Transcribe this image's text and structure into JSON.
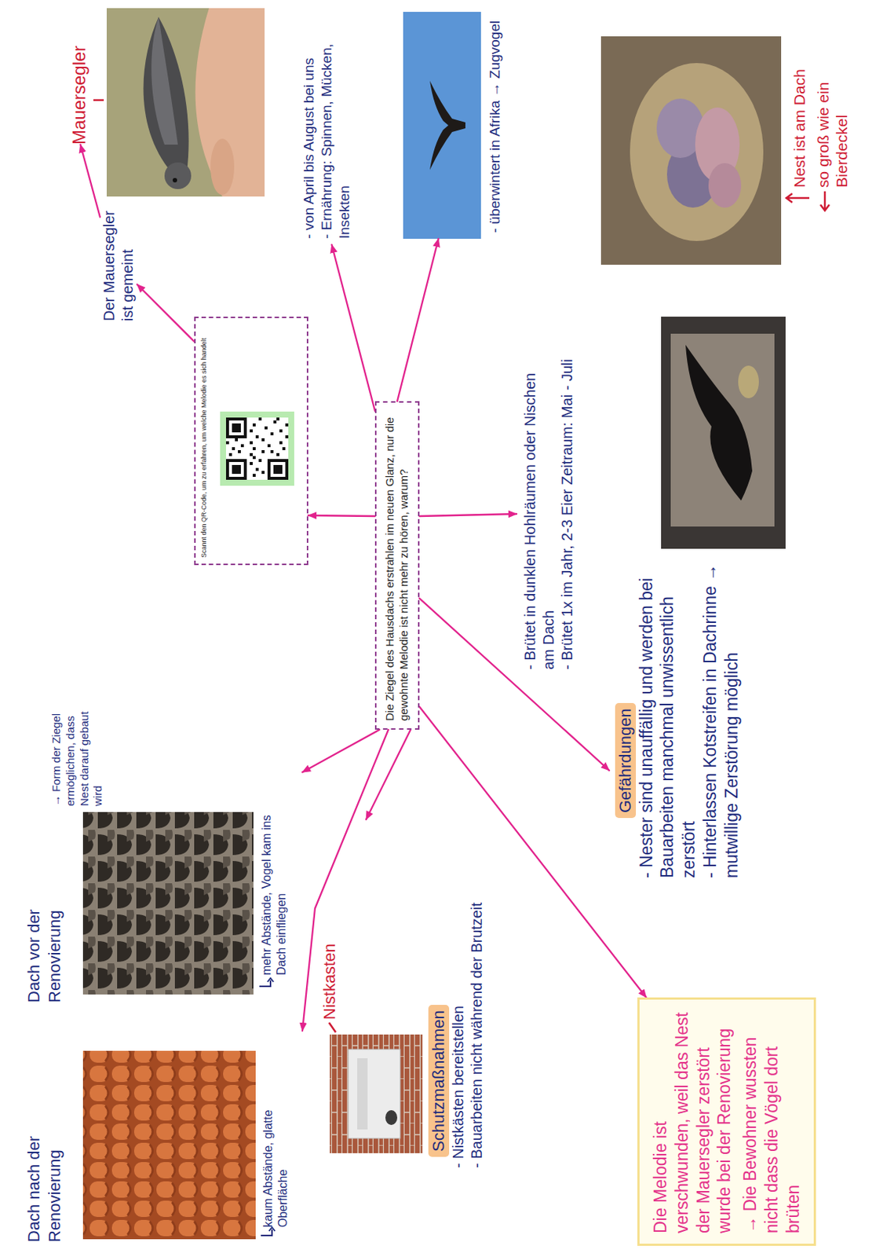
{
  "diagram": {
    "nodes": [
      {
        "text": [
          "Die Ziegel des Hausdachs erstrahlen im neuen Glanz, nur die gewohnte Melodie ist nicht mehr zu hören, warum?"
        ]
      },
      {
        "text": [
          "Scannt den QR-Code, um zu erfahren, um welche Melodie es sich handelt"
        ]
      },
      {
        "text": [
          "Der Mauersegler ist gemeint"
        ]
      },
      {
        "text": [
          "Mauersegler"
        ]
      },
      {
        "text": [
          "- von April bis August bei uns",
          "- Ernährung: Spinnen, Mücken, Insekten"
        ]
      },
      {
        "text": [
          "- überwintert in Afrika → Zugvogel"
        ]
      },
      {
        "text": [
          "- Brütet in dunklen Hohlräumen oder Nischen am Dach",
          "- Brütet 1x im Jahr, 2-3 Eier Zeitraum: Mai - Juli"
        ]
      },
      {
        "text": [
          "Gefährdungen",
          "- Nester sind unauffällig und werden bei Bauarbeiten manchmal unwissentlich zerstört",
          "- Hinterlassen Kotstreifen in Dachrinne → mutwillige Zerstörung möglich"
        ]
      },
      {
        "text": [
          "Dach vor der Renovierung",
          "→ Form der Ziegel ermöglichen, dass Nest darauf gebaut wird",
          "mehr Abstände, Vogel kam ins Dach einfliegen"
        ]
      },
      {
        "text": [
          "Dach nach der Renovierung",
          "kaum Abstände, glatte Oberfläche"
        ]
      },
      {
        "text": [
          "Schutzmaßnahmen",
          "- Nistkästen bereitstellen",
          "- Bauarbeiten nicht während der Brutzeit"
        ]
      },
      {
        "text": [
          "Die Melodie ist verschwunden, weil das Nest der Mauersegler zerstört wurde bei der Renovierung",
          "→ Die Bewohner wussten nicht dass die Vögel dort brüten"
        ]
      }
    ],
    "edges": [
      {
        "from": 0,
        "to": 1,
        "arrow": "to"
      },
      {
        "from": 1,
        "to": 2,
        "arrow": "to"
      },
      {
        "from": 2,
        "to": 3,
        "arrow": "to"
      },
      {
        "from": 0,
        "to": 4,
        "arrow": "to"
      },
      {
        "from": 0,
        "to": 5,
        "arrow": "to"
      },
      {
        "from": 0,
        "to": 6,
        "arrow": "to"
      },
      {
        "from": 0,
        "to": 7,
        "arrow": "to"
      },
      {
        "from": 0,
        "to": 8,
        "arrow": "to"
      },
      {
        "from": 0,
        "to": 9,
        "arrow": "to"
      },
      {
        "from": 0,
        "to": 10,
        "arrow": "to"
      },
      {
        "from": 0,
        "to": 11,
        "arrow": "to"
      }
    ],
    "labels": [
      "Nistkasten",
      "Nest ist am Dach",
      "so groß wie ein Bierdeckel"
    ]
  }
}
